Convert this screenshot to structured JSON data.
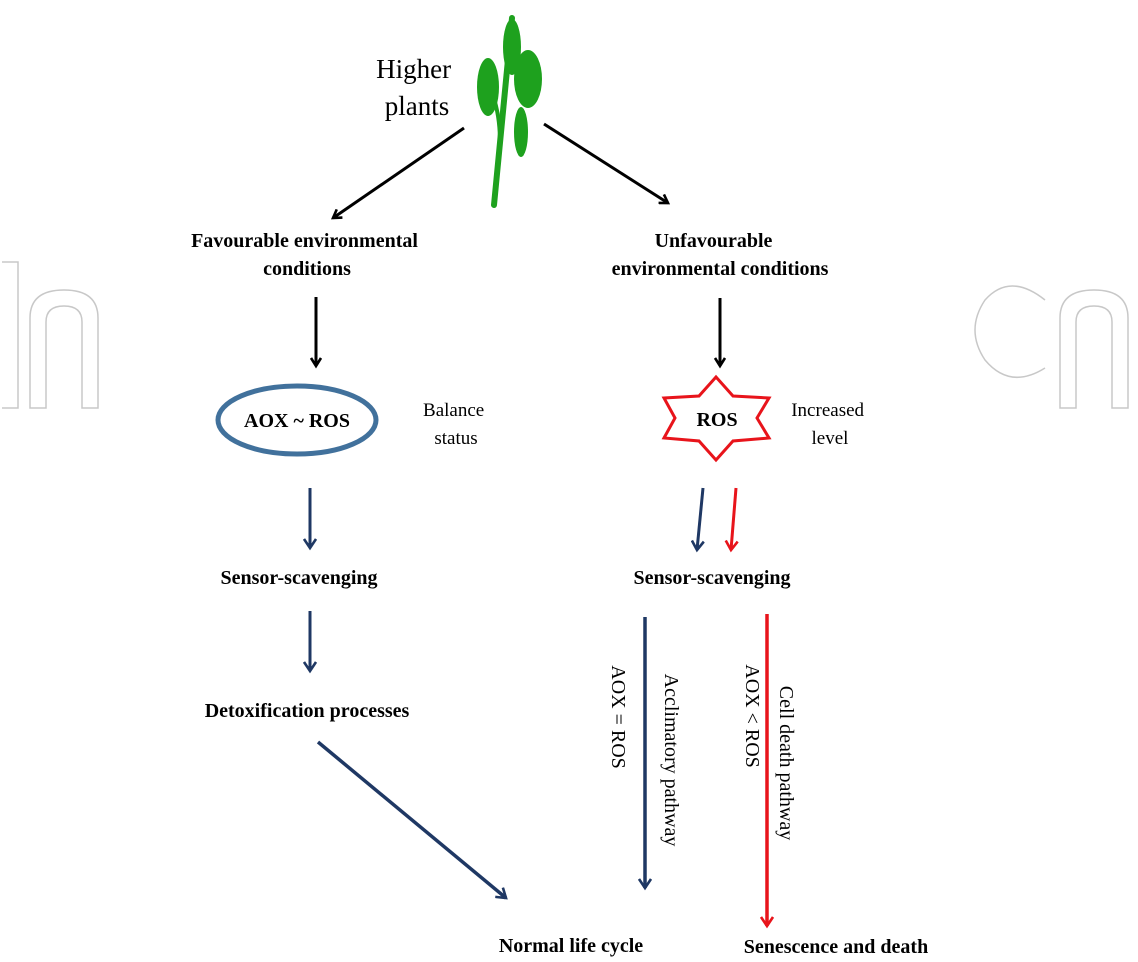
{
  "plant_label": [
    "Higher",
    "plants"
  ],
  "branches": {
    "favourable": {
      "title": [
        "Favourable environmental",
        "conditions"
      ],
      "balance_node": "AOX ~ ROS",
      "balance_note": [
        "Balance",
        "status"
      ],
      "step1": "Sensor-scavenging",
      "step2": "Detoxification processes"
    },
    "unfavourable": {
      "title": [
        "Unfavourable",
        "environmental  conditions"
      ],
      "ros_node": "ROS",
      "ros_note": [
        "Increased",
        "level"
      ],
      "step1": "Sensor-scavenging",
      "acclimatory_label": "Acclimatory pathway",
      "acclimatory_relation": "AOX = ROS",
      "death_label": "Cell death pathway",
      "death_relation": "AOX < ROS"
    }
  },
  "outcomes": {
    "normal": "Normal life cycle",
    "death": "Senescence and death"
  },
  "colors": {
    "plant_green": "#1ea11e",
    "navy_arrow": "#1f3864",
    "ellipse_blue": "#41719c",
    "red": "#e8141b",
    "black": "#000000",
    "watermark": "#c8c8c8"
  }
}
